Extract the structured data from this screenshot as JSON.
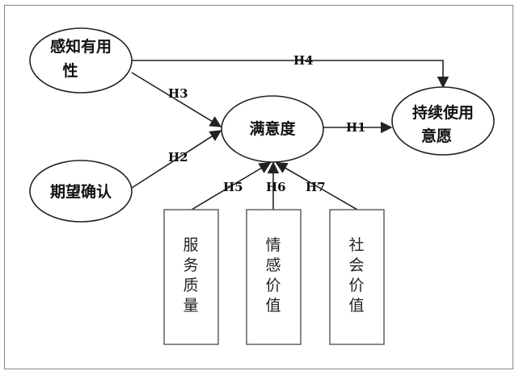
{
  "diagram": {
    "nodes": {
      "perceived_usefulness": [
        "感知有用",
        "性"
      ],
      "confirmation": [
        "期望确认"
      ],
      "satisfaction": [
        "满意度"
      ],
      "continuance": [
        "持续使用",
        "意愿"
      ],
      "service_quality": [
        "服",
        "务",
        "质",
        "量"
      ],
      "emotional_value": [
        "情",
        "感",
        "价",
        "值"
      ],
      "social_value": [
        "社",
        "会",
        "价",
        "值"
      ]
    },
    "hypotheses": {
      "h1": "H1",
      "h2": "H2",
      "h3": "H3",
      "h4": "H4",
      "h5": "H5",
      "h6": "H6",
      "h7": "H7"
    },
    "colors": {
      "stroke": "#222222",
      "frame": "#888888",
      "box_stroke": "#555555",
      "text": "#111111"
    }
  }
}
